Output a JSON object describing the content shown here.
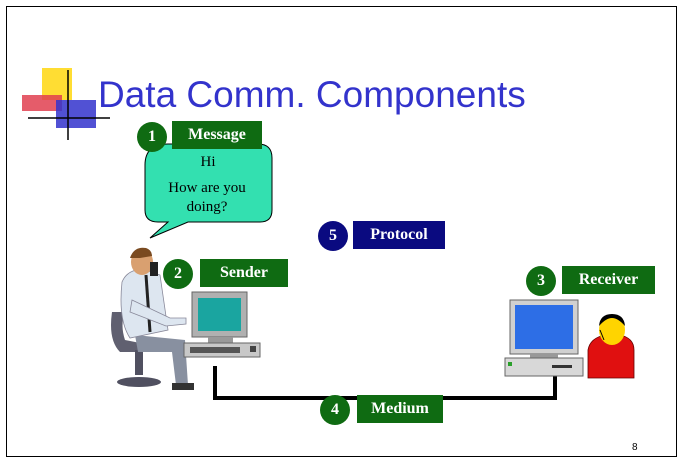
{
  "slide": {
    "title": "Data Comm. Components",
    "page_number": "8"
  },
  "components": {
    "message": {
      "number": "1",
      "label": "Message"
    },
    "sender": {
      "number": "2",
      "label": "Sender"
    },
    "receiver": {
      "number": "3",
      "label": "Receiver"
    },
    "medium": {
      "number": "4",
      "label": "Medium"
    },
    "protocol": {
      "number": "5",
      "label": "Protocol"
    }
  },
  "bubble": {
    "line1": "Hi",
    "line2": "How are you",
    "line3": "doing?"
  },
  "colors": {
    "title": "#3333cc",
    "green_label": "#0f6b12",
    "protocol_label": "#0a0a80",
    "bubble_fill": "#33e0b0"
  }
}
